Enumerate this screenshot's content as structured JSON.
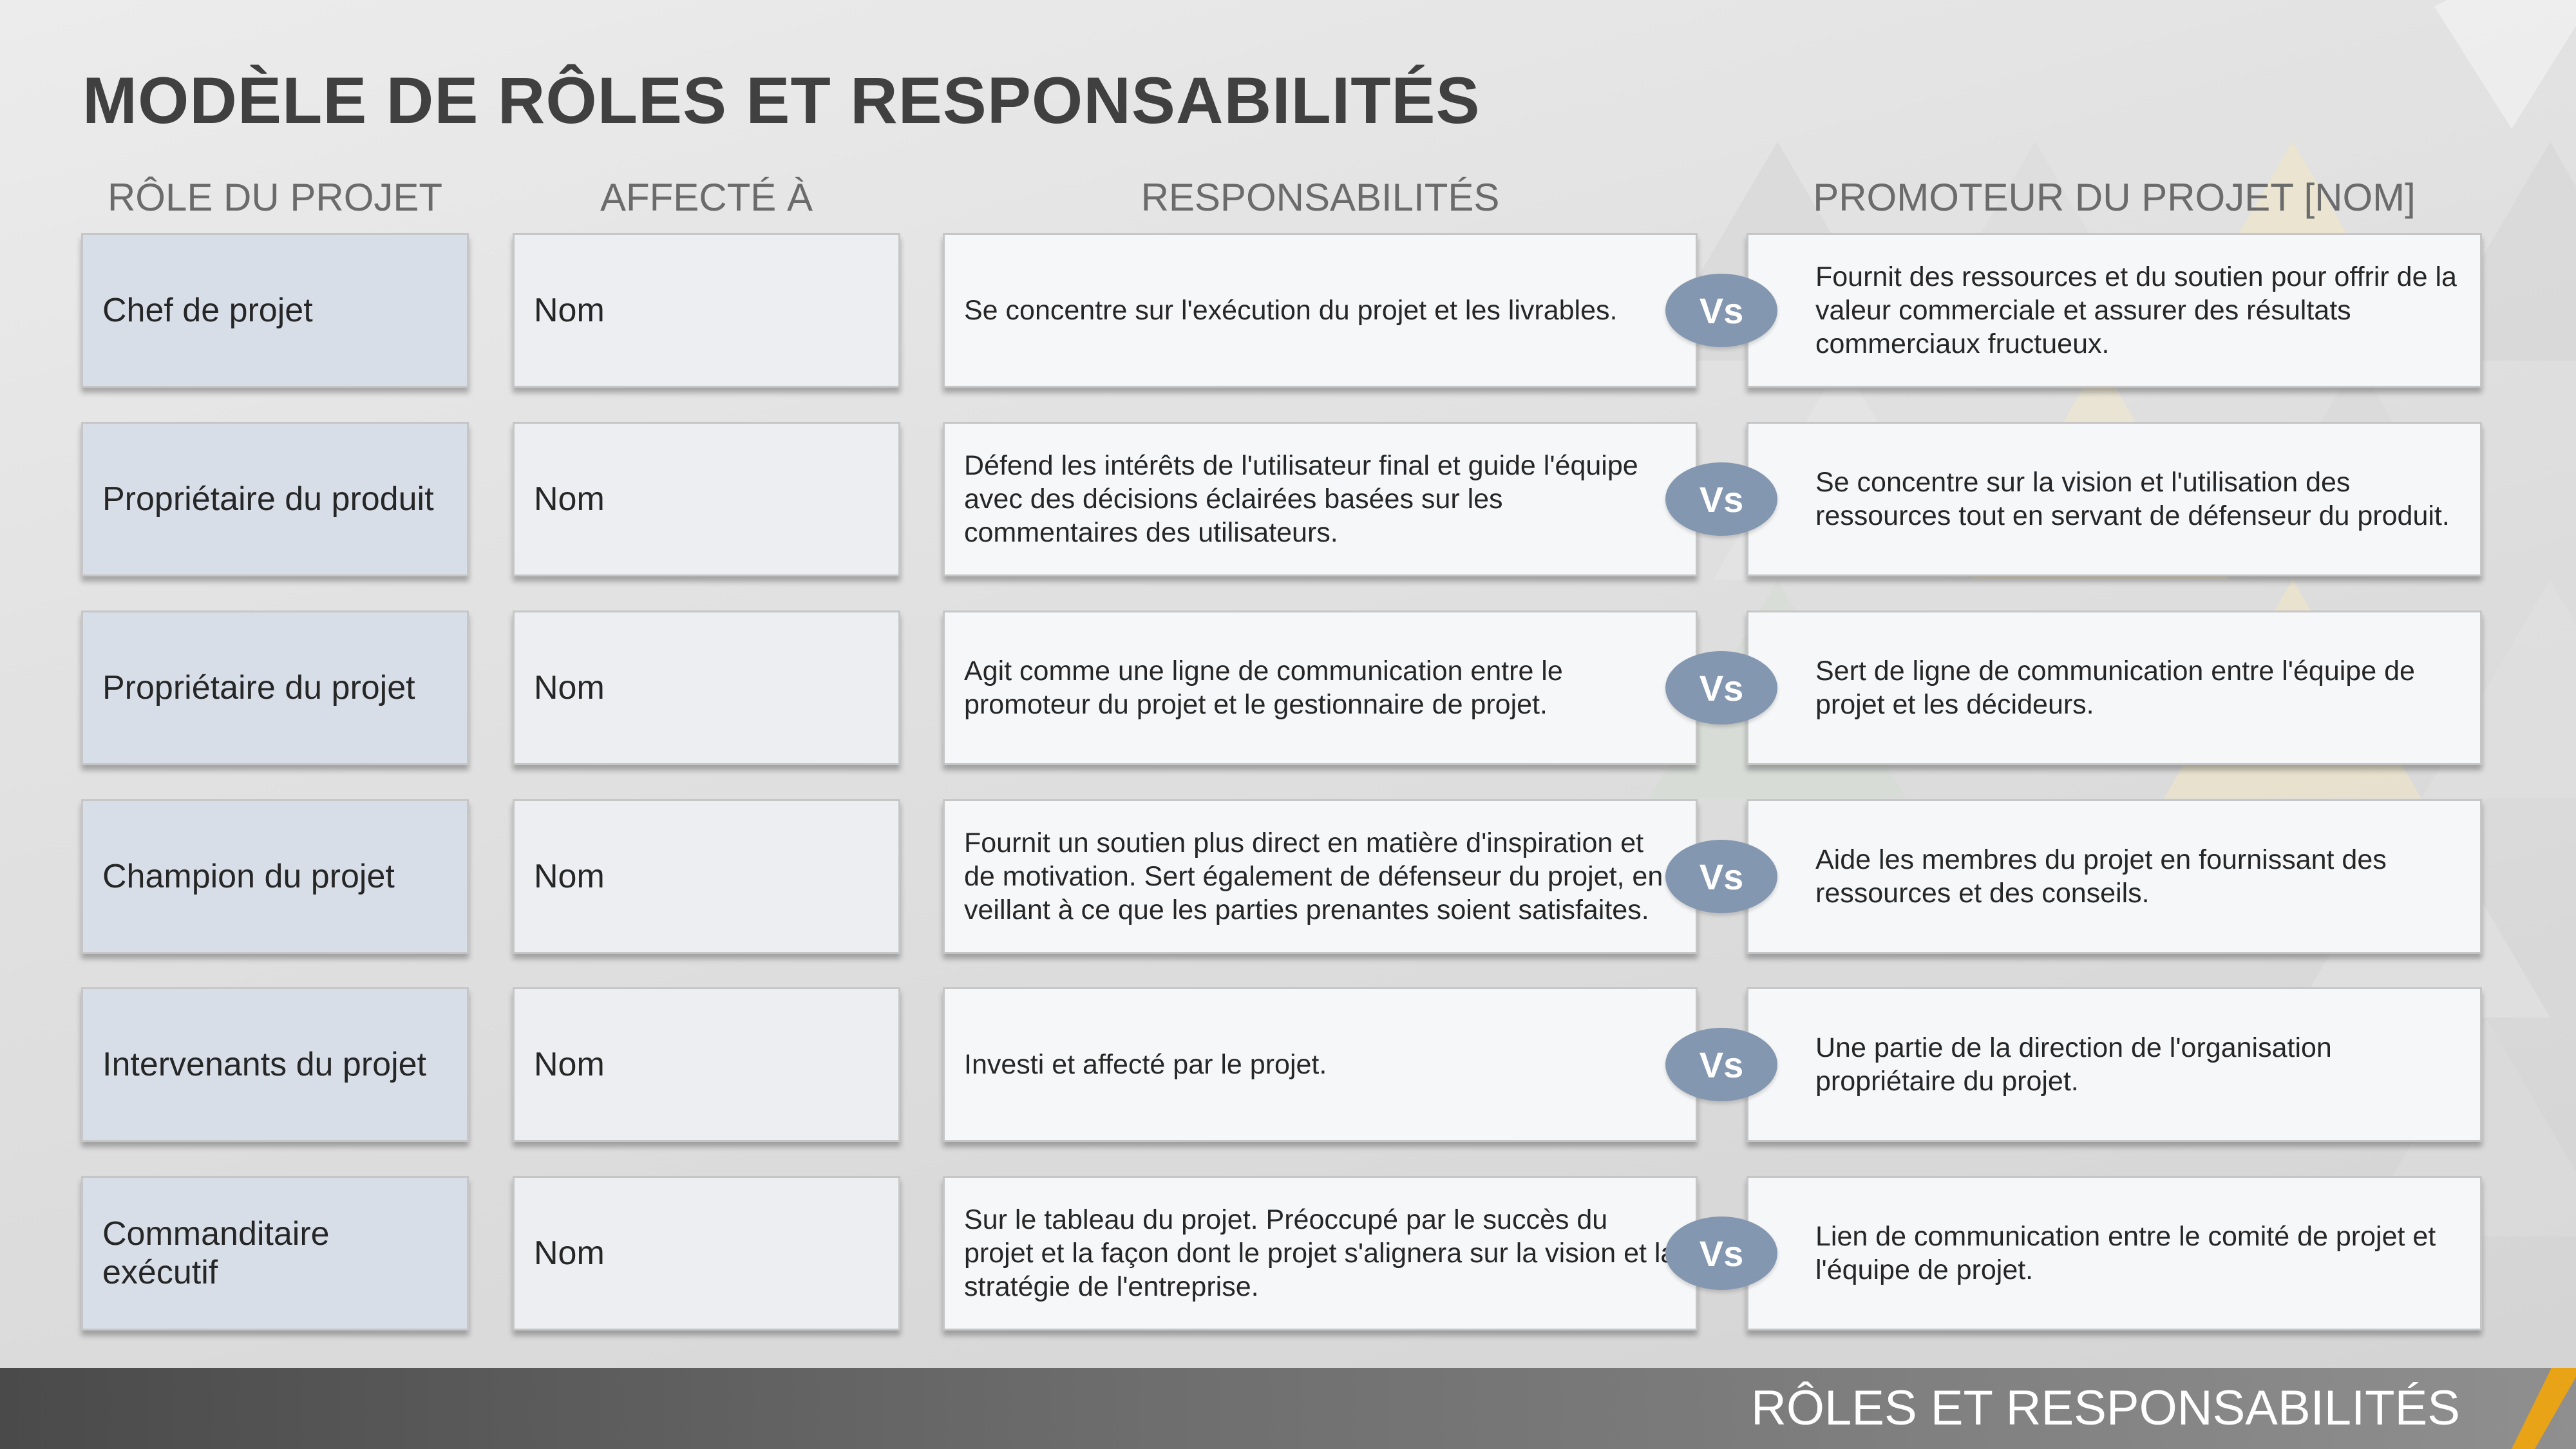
{
  "title": "MODÈLE DE RÔLES ET RESPONSABILITÉS",
  "columns": {
    "role": "RÔLE DU PROJET",
    "assigned": "AFFECTÉ À",
    "responsibilities": "RESPONSABILITÉS",
    "sponsor": "PROMOTEUR DU PROJET [NOM]"
  },
  "vs_label": "Vs",
  "rows": [
    {
      "role": "Chef de projet",
      "assigned": "Nom",
      "responsibilities": "Se concentre sur l'exécution du projet et les livrables.",
      "sponsor": "Fournit des ressources et du soutien pour offrir de la valeur commerciale et assurer des résultats commerciaux fructueux."
    },
    {
      "role": "Propriétaire du produit",
      "assigned": "Nom",
      "responsibilities": "Défend les intérêts de l'utilisateur final et guide l'équipe avec des décisions éclairées basées sur les commentaires des utilisateurs.",
      "sponsor": "Se concentre sur la vision et l'utilisation des ressources tout en servant de défenseur du produit."
    },
    {
      "role": "Propriétaire du projet",
      "assigned": "Nom",
      "responsibilities": "Agit comme une ligne de communication entre le promoteur du projet et le gestionnaire de projet.",
      "sponsor": "Sert de ligne de communication entre l'équipe de projet et les décideurs."
    },
    {
      "role": "Champion du projet",
      "assigned": "Nom",
      "responsibilities": "Fournit un soutien plus direct en matière d'inspiration et de motivation. Sert également de défenseur du projet, en veillant à ce que les parties prenantes soient satisfaites.",
      "sponsor": "Aide les membres du projet en fournissant des ressources et des conseils."
    },
    {
      "role": "Intervenants du projet",
      "assigned": "Nom",
      "responsibilities": "Investi et affecté par le projet.",
      "sponsor": "Une partie de la direction de l'organisation propriétaire du projet."
    },
    {
      "role": "Commanditaire exécutif",
      "assigned": "Nom",
      "responsibilities": "Sur le tableau du projet. Préoccupé par le succès du projet et la façon dont le projet s'alignera sur la vision et la stratégie de l'entreprise.",
      "sponsor": "Lien de communication entre le comité de projet et l'équipe de projet."
    }
  ],
  "footer": "RÔLES ET RESPONSABILITÉS",
  "colors": {
    "role_box": "#d8dee8",
    "vs_badge": "#8497b0",
    "accent_stripe": "#e8a317",
    "title": "#404040"
  }
}
